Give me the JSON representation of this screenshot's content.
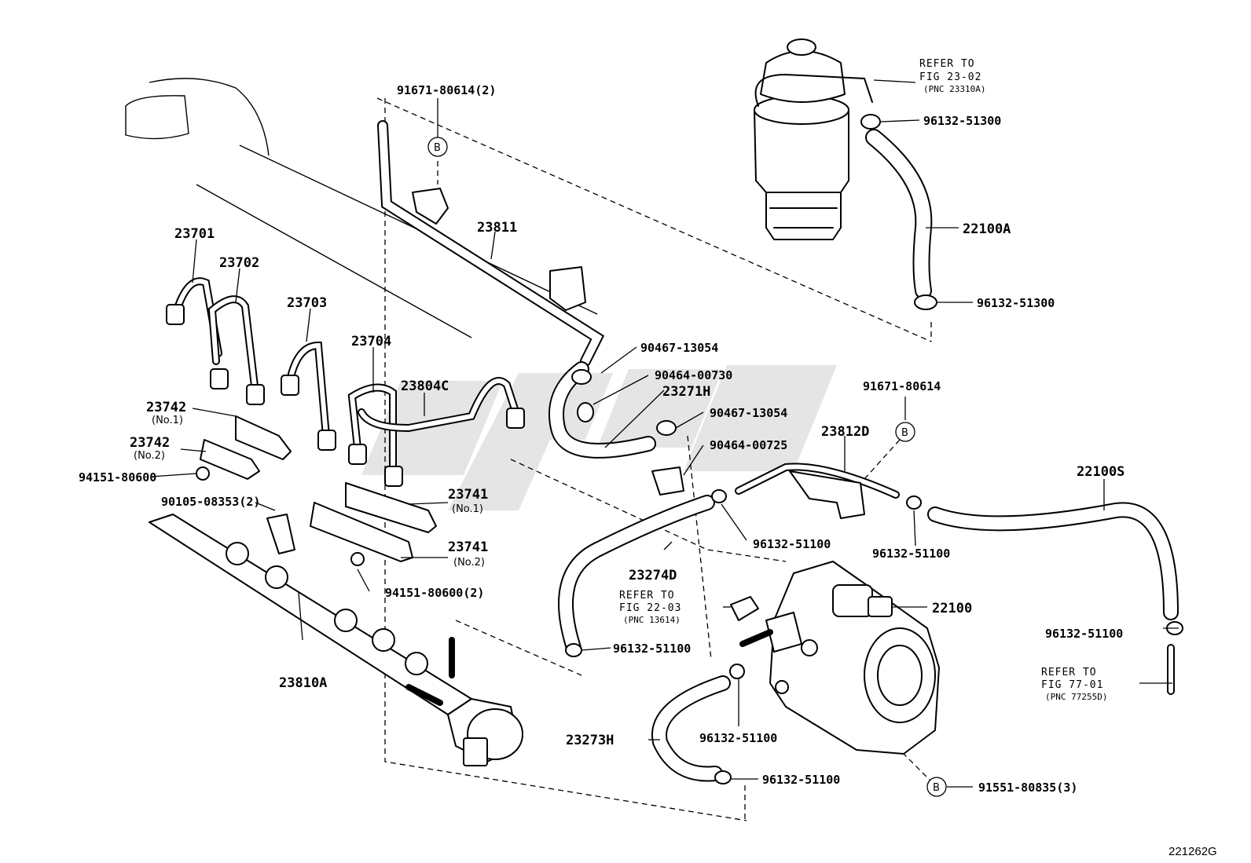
{
  "diagram": {
    "figure_id": "221262G",
    "watermark_color": "#cfcfcf",
    "line_color": "#000000",
    "background": "#ffffff"
  },
  "labels": {
    "p91671_80614_2": "91671-80614(2)",
    "p23811": "23811",
    "p23701": "23701",
    "p23702": "23702",
    "p23703": "23703",
    "p23704": "23704",
    "p23804C": "23804C",
    "p23742": "23742",
    "p23742_no1": "(No.1)",
    "p23742b": "23742",
    "p23742_no2": "(No.2)",
    "p94151_80600": "94151-80600",
    "p90105_08353_2": "90105-08353(2)",
    "p23741": "23741",
    "p23741_no1": "(No.1)",
    "p23741b": "23741",
    "p23741_no2": "(No.2)",
    "p94151_80600_2": "94151-80600(2)",
    "p23810A": "23810A",
    "p90467_13054": "90467-13054",
    "p90464_00730": "90464-00730",
    "p23271H": "23271H",
    "p90467_13054b": "90467-13054",
    "p90464_00725": "90464-00725",
    "p91671_80614": "91671-80614",
    "p23812D": "23812D",
    "p96132_51100_a": "96132-51100",
    "p96132_51100_b": "96132-51100",
    "p22100S": "22100S",
    "p23274D": "23274D",
    "p22100": "22100",
    "p96132_51100_c": "96132-51100",
    "p96132_51100_d": "96132-51100",
    "p96132_51100_e": "96132-51100",
    "p96132_51100_f": "96132-51100",
    "p23273H": "23273H",
    "p91551_80835_3": "91551-80835(3)",
    "p96132_51300_a": "96132-51300",
    "p96132_51300_b": "96132-51300",
    "p22100A": "22100A",
    "circle_b": "B"
  },
  "refs": {
    "ref1_line1": "REFER TO",
    "ref1_line2": "FIG 23-02",
    "ref1_line3": "(PNC 23310A)",
    "ref2_line1": "REFER TO",
    "ref2_line2": "FIG 22-03",
    "ref2_line3": "(PNC 13614)",
    "ref3_line1": "REFER TO",
    "ref3_line2": "FIG 77-01",
    "ref3_line3": "(PNC 77255D)"
  }
}
